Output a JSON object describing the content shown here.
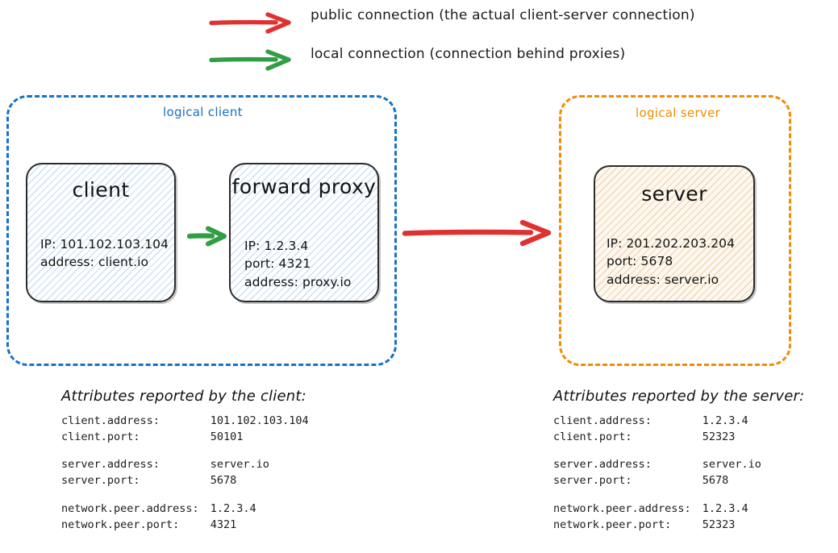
{
  "colors": {
    "red": "#e03131",
    "green": "#2f9e44",
    "blue": "#1971c2",
    "orange": "#f08c00",
    "ink": "#2b2b2b"
  },
  "legend": {
    "items": [
      {
        "icon": "red-arrow-icon",
        "color": "#e03131",
        "label": "public connection (the actual client-server connection)"
      },
      {
        "icon": "green-arrow-icon",
        "color": "#2f9e44",
        "label": "local connection (connection behind proxies)"
      }
    ]
  },
  "groups": {
    "client": {
      "label": "logical client"
    },
    "server": {
      "label": "logical server"
    }
  },
  "nodes": {
    "client": {
      "title": "client",
      "attrs": "IP: 101.102.103.104\naddress: client.io"
    },
    "forward_proxy": {
      "title": "forward\nproxy",
      "attrs": "IP: 1.2.3.4\nport: 4321\naddress: proxy.io"
    },
    "server": {
      "title": "server",
      "attrs": "IP: 201.202.203.204\nport: 5678\naddress: server.io"
    }
  },
  "arrows": {
    "local_client_to_proxy": {
      "name": "green-arrow-client-to-proxy",
      "color": "#2f9e44"
    },
    "public_client_to_server": {
      "name": "red-arrow-client-to-server",
      "color": "#e03131"
    }
  },
  "attribute_reports": {
    "client": {
      "title": "Attributes reported by the client:",
      "rows": [
        {
          "key": "client.address:",
          "value": "101.102.103.104"
        },
        {
          "key": "client.port:",
          "value": "50101"
        },
        {
          "spacer": true
        },
        {
          "key": "server.address:",
          "value": "server.io"
        },
        {
          "key": "server.port:",
          "value": "5678"
        },
        {
          "spacer": true
        },
        {
          "key": "network.peer.address:",
          "value": "1.2.3.4"
        },
        {
          "key": "network.peer.port:",
          "value": "4321"
        }
      ]
    },
    "server": {
      "title": "Attributes reported by the server:",
      "rows": [
        {
          "key": "client.address:",
          "value": "1.2.3.4"
        },
        {
          "key": "client.port:",
          "value": "52323"
        },
        {
          "spacer": true
        },
        {
          "key": "server.address:",
          "value": "server.io"
        },
        {
          "key": "server.port:",
          "value": "5678"
        },
        {
          "spacer": true
        },
        {
          "key": "network.peer.address:",
          "value": "1.2.3.4"
        },
        {
          "key": "network.peer.port:",
          "value": "52323"
        }
      ]
    }
  }
}
